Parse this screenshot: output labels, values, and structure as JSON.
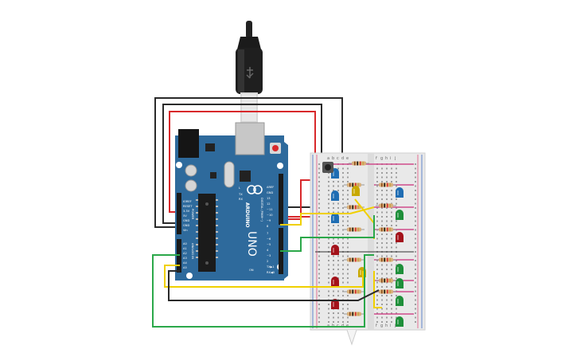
{
  "board": {
    "brand": "ARDUINO",
    "model": "UNO",
    "power_header": "POWER",
    "analog_header": "ANALOG IN",
    "digital_header": "DIGITAL (PWM~)",
    "pins_power": [
      "IOREF",
      "RESET",
      "3.3V",
      "5V",
      "GND",
      "GND",
      "Vin"
    ],
    "pins_analog": [
      "A0",
      "A1",
      "A2",
      "A3",
      "A4",
      "A5"
    ],
    "pins_digital_top": [
      "AREF",
      "GND",
      "13",
      "12",
      "~11",
      "~10",
      "~9",
      "8"
    ],
    "pins_digital_bottom": [
      "7",
      "~6",
      "~5",
      "4",
      "~3",
      "2",
      "TX▶1",
      "RX◀0"
    ],
    "led_labels": [
      "L",
      "TX",
      "RX"
    ],
    "icsp_label": "ON"
  },
  "breadboard": {
    "col_letters_left": [
      "a",
      "b",
      "c",
      "d",
      "e"
    ],
    "col_letters_right": [
      "f",
      "g",
      "h",
      "i",
      "j"
    ]
  },
  "colors": {
    "board_blue": "#2e6a9c",
    "wire_red": "#d8282b",
    "wire_black": "#2a2a2a",
    "wire_yellow": "#f0d000",
    "wire_green": "#2ba84a",
    "led_blue": "#1f6db3",
    "led_yellow": "#c8a800",
    "led_red": "#a3121a",
    "led_green": "#1e8f3a"
  }
}
